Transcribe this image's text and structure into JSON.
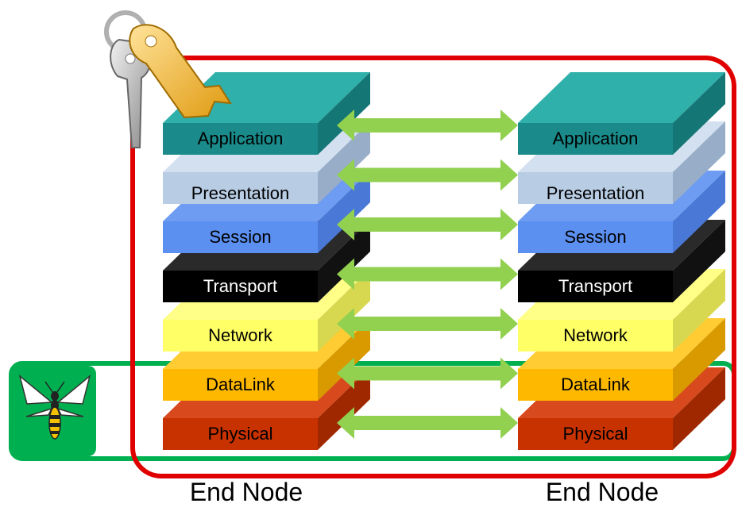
{
  "layers": [
    {
      "label": "Application",
      "front": "#1a8a8a",
      "top": "#2fb0aa",
      "side": "#157676",
      "text": "#000000"
    },
    {
      "label": "Presentation",
      "front": "#b8cce4",
      "top": "#d2e0f0",
      "side": "#98adc8",
      "text": "#000000"
    },
    {
      "label": "Session",
      "front": "#5b8ff0",
      "top": "#6d9cf2",
      "side": "#4a78d6",
      "text": "#000000"
    },
    {
      "label": "Transport",
      "front": "#000000",
      "top": "#2a2a2a",
      "side": "#111111",
      "text": "#ffffff"
    },
    {
      "label": "Network",
      "front": "#ffff66",
      "top": "#ffff88",
      "side": "#d8d850",
      "text": "#000000"
    },
    {
      "label": "DataLink",
      "front": "#ffb800",
      "top": "#ffcc33",
      "side": "#d99a00",
      "text": "#000000"
    },
    {
      "label": "Physical",
      "front": "#c83200",
      "top": "#d84a1e",
      "side": "#a02800",
      "text": "#000000"
    }
  ],
  "left_node": {
    "caption": "End Node"
  },
  "right_node": {
    "caption": "End Node"
  },
  "arrow_color": "#92d050",
  "security_border_color": "#e00000",
  "link_layer_border_color": "#00b050",
  "icons": [
    "keys-icon",
    "wasp-icon"
  ]
}
